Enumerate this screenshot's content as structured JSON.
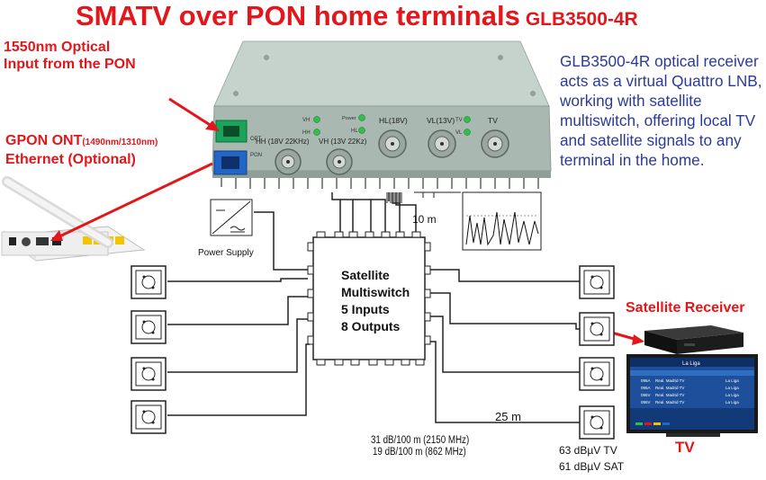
{
  "title": {
    "main": "SMATV over PON home terminals",
    "model": "GLB3500-4R"
  },
  "optical_input": {
    "line1": "1550nm Optical",
    "line2": "Input from the PON"
  },
  "gpon": {
    "label": "GPON ONT",
    "wavelengths": "(1490nm/1310nm)",
    "line2": "Ethernet (Optional)"
  },
  "description": "GLB3500-4R optical receiver acts as a virtual Quattro LNB, working with satellite multiswitch, offering local TV and satellite signals to any terminal in the home.",
  "device": {
    "port_opt": "OPT",
    "port_pon": "PON",
    "led_vh": "VH",
    "led_hh": "HH",
    "led_power": "Power",
    "led_hl": "HL",
    "led_tv": "TV",
    "led_vl": "VL",
    "out_hl": "HL(18V)",
    "out_vl": "VL(13V)",
    "out_tv": "TV",
    "out_hh": "HH (18V 22KHz)",
    "out_vh": "VH (13V 22Kz)"
  },
  "power_supply": "Power Supply",
  "cable_short": "10 m",
  "cable_long": "25 m",
  "multiswitch": {
    "line1": "Satellite",
    "line2": "Multiswitch",
    "line3": "5 Inputs",
    "line4": "8 Outputs"
  },
  "attenuation": {
    "line1": "31 dB/100 m (2150 MHz)",
    "line2": "19 dB/100 m (862 MHz)"
  },
  "levels": {
    "tv": "63 dBµV TV",
    "sat": "61 dBµV SAT"
  },
  "receiver_label": "Satellite Receiver",
  "tv_label": "TV",
  "tv_screen": {
    "title": "La Liga",
    "rows": [
      {
        "ch": "095A",
        "name": "Real. Madrid TV",
        "right": "La Liga"
      },
      {
        "ch": "095A",
        "name": "Real. Madrid TV",
        "right": "La Liga"
      },
      {
        "ch": "095V",
        "name": "Real. Madrid TV",
        "right": "La Liga"
      },
      {
        "ch": "095V",
        "name": "Real. Madrid TV",
        "right": "La Liga"
      }
    ]
  },
  "colors": {
    "title_red": "#e3161b",
    "desc_blue": "#2b3a99",
    "device_body": "#b9c6c0",
    "sc_green": "#1aa35a",
    "sc_blue": "#2266c8"
  }
}
